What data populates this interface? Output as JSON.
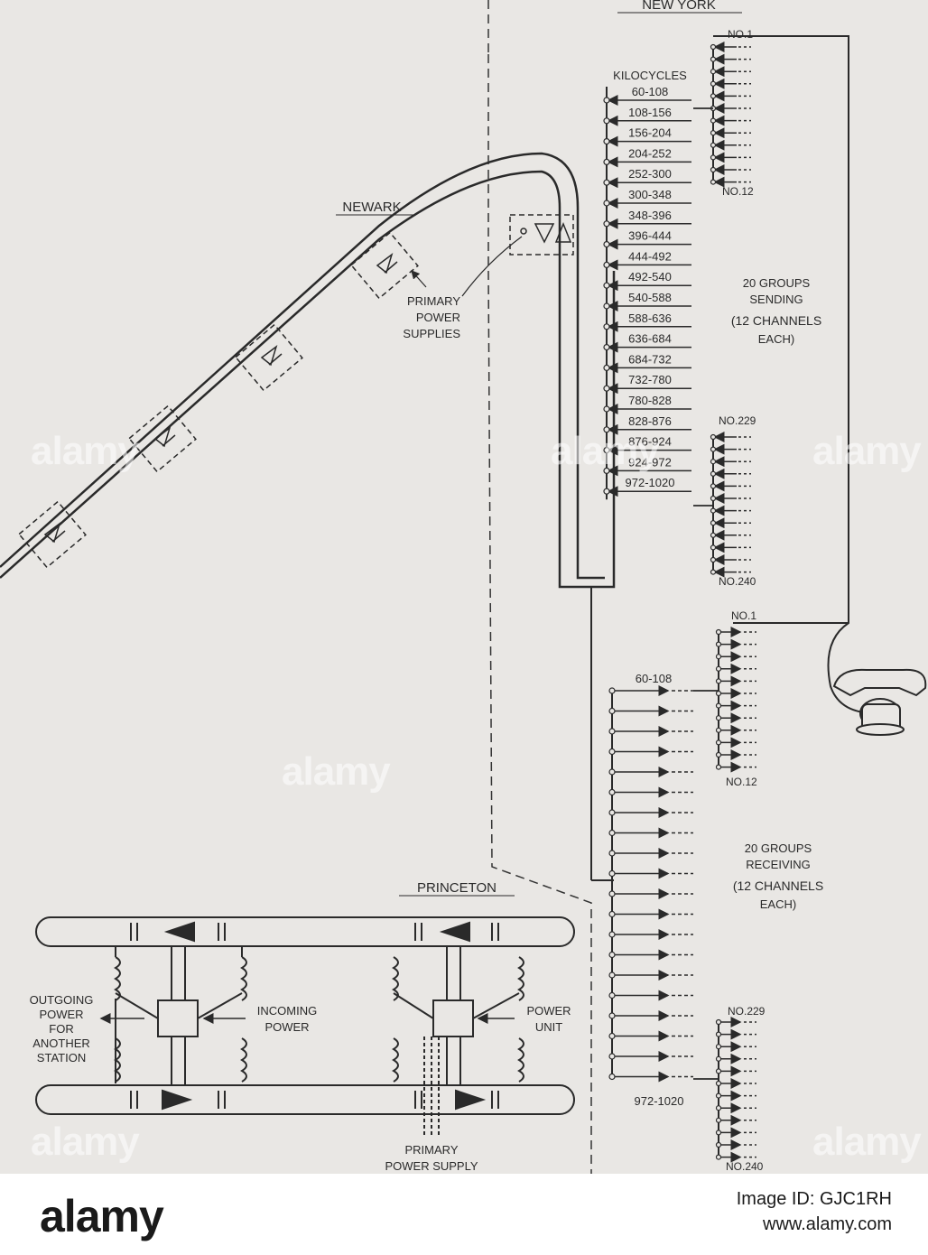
{
  "labels": {
    "new_york": "NEW YORK",
    "newark": "NEWARK",
    "princeton": "PRINCETON",
    "kilocycles": "KILOCYCLES",
    "primary_power_supplies": [
      "PRIMARY",
      "POWER",
      "SUPPLIES"
    ],
    "sending_groups": [
      "20 GROUPS",
      "SENDING",
      "(12 CHANNELS",
      "EACH)"
    ],
    "receiving_groups": [
      "20 GROUPS",
      "RECEIVING",
      "(12 CHANNELS",
      "EACH)"
    ],
    "outgoing_power": [
      "OUTGOING",
      "POWER",
      "FOR",
      "ANOTHER",
      "STATION"
    ],
    "incoming_power": [
      "INCOMING",
      "POWER"
    ],
    "power_unit": [
      "POWER",
      "UNIT"
    ],
    "primary_power_supply": [
      "PRIMARY",
      "POWER SUPPLY"
    ]
  },
  "send_channels": {
    "top_first": "NO.1",
    "top_last": "NO.12",
    "bottom_first": "NO.229",
    "bottom_last": "NO.240"
  },
  "recv_channels": {
    "top_first": "NO.1",
    "top_last": "NO.12",
    "bottom_first": "NO.229",
    "bottom_last": "NO.240"
  },
  "sending_bands": [
    "60-108",
    "108-156",
    "156-204",
    "204-252",
    "252-300",
    "300-348",
    "348-396",
    "396-444",
    "444-492",
    "492-540",
    "540-588",
    "588-636",
    "636-684",
    "684-732",
    "732-780",
    "780-828",
    "828-876",
    "876-924",
    "924-972",
    "972-1020"
  ],
  "receiving_bands": {
    "first": "60-108",
    "last": "972-1020"
  },
  "watermark": "alamy",
  "footer": {
    "logo": "alamy",
    "image_id": "Image ID: GJC1RH",
    "url": "www.alamy.com"
  }
}
